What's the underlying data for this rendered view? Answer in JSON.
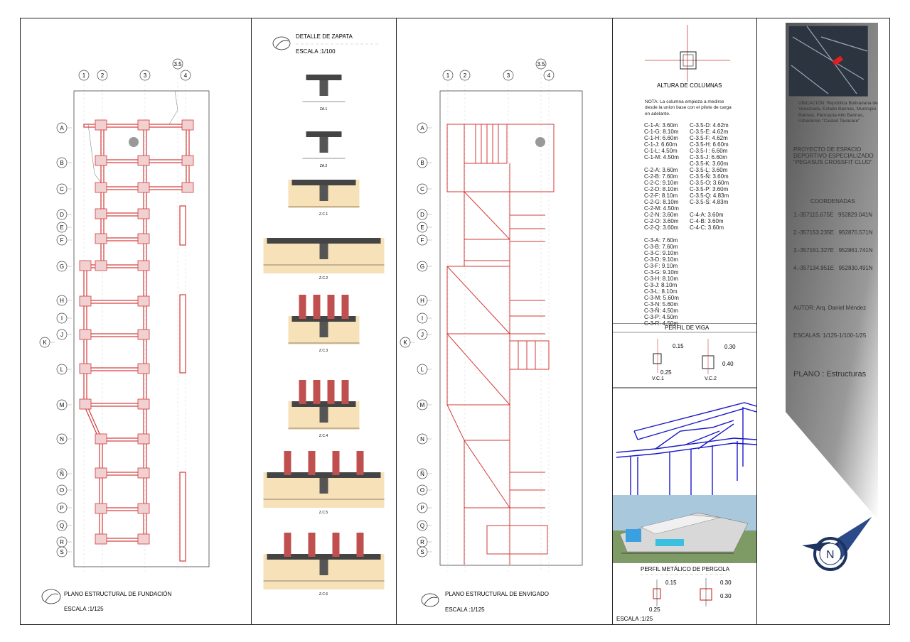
{
  "colors": {
    "structure": "#d33a3a",
    "fill": "#f5d9a8",
    "frame": "#222222",
    "wire": "#1818c8",
    "titleblock": "#555555"
  },
  "foundation": {
    "title": "PLANO ESTRUCTURAL DE FUNDACIÓN",
    "scale": "ESCALA :1/125",
    "axes_top": [
      "1",
      "2",
      "3",
      "3.5",
      "4"
    ],
    "axes_left": [
      "A",
      "B",
      "C",
      "D",
      "E",
      "F",
      "G",
      "H",
      "I",
      "J",
      "K",
      "L",
      "M",
      "N",
      "Ñ",
      "O",
      "P",
      "Q",
      "R",
      "S"
    ]
  },
  "zapata": {
    "title": "DETALLE DE ZAPATA",
    "scale": "ESCALA :1/100",
    "labels": [
      "ZA.1",
      "ZA.2",
      "Z.C.1",
      "Z.C.2",
      "Z.C.3",
      "Z.C.4",
      "Z.C.5",
      "Z.C.6"
    ]
  },
  "envigado": {
    "title": "PLANO ESTRUCTURAL DE ENVIGADO",
    "scale": "ESCALA :1/125"
  },
  "columns": {
    "title": "ALTURA DE COLUMNAS",
    "note": "NOTA: La columna empieza a medirse desde la union base con el pilote de carga en adelante.",
    "col1": [
      "C-1-A: 3.60m",
      "C-1-G: 8.10m",
      "C-1-H: 6.60m",
      "C-1-J: 6.60m",
      "C-1-L: 4.50m",
      "C-1-M: 4.50m",
      "",
      "C-2-A: 3.60m",
      "C-2-B: 7.60m",
      "C-2-C: 9.10m",
      "C-2-D: 8.10m",
      "C-2-F: 8.10m",
      "C-2-G: 8.10m",
      "C-2-M: 4.50m",
      "C-2-N: 3.60m",
      "C-2-O: 3.60m",
      "C-2-Q: 3.60m",
      "",
      "C-3-A: 7.60m",
      "C-3-B: 7.60m",
      "C-3-C: 9.10m",
      "C-3-D: 9.10m",
      "C-3-F: 9.10m",
      "C-3-G: 9.10m",
      "C-3-H: 8.10m",
      "C-3-J: 8.10m",
      "C-3-L: 8.10m",
      "C-3-M: 5.60m",
      "C-3-N: 5.60m",
      "C-3-Ñ: 4.50m",
      "C-3-P: 4.50m",
      "C-3-R: 4.50m"
    ],
    "col2": [
      "C-3.5-D: 4.62m",
      "C-3.5-E: 4.62m",
      "C-3.5-F: 4.62m",
      "C-3.5-H: 6.60m",
      "C-3.5-I : 6.60m",
      "C-3.5-J: 6.60m",
      "C-3.5-K: 3.60m",
      "C-3.5-L: 3.60m",
      "C-3.5-Ñ: 3.60m",
      "C-3.5-O: 3.60m",
      "C-3.5-P: 3.60m",
      "C-3.5-Q: 4.83m",
      "C-3.5-S: 4.83m",
      "",
      "C-4-A: 3.60m",
      "C-4-B: 3.60m",
      "C-4-C: 3.60m"
    ]
  },
  "viga": {
    "title": "PERFIL DE VIGA",
    "vc1": "V.C.1",
    "vc2": "V.C.2",
    "d1": "0.15",
    "d2": "0.25",
    "d3": "0.30",
    "d4": "0.40"
  },
  "pergola": {
    "title": "PERFIL METÁLICO DE PERGOLA",
    "scale": "ESCALA :1/25",
    "d1": "0.15",
    "d2": "0.25",
    "d3": "0.30",
    "d4": "0.30"
  },
  "titleblock": {
    "location": "UBICACIÓN: República Bolivariana de Venezuela, Estado Barinas, Municipio Barinas, Parroquia Alto Barinas, Urbanismo \"Ciudad Tavacare\"",
    "project": "PROYECTO DE ESPACIO DEPORTIVO ESPECIALIZADO \"PEGASUS CROSSFIT CLUD\"",
    "coords_title": "COORDENADAS",
    "coords": [
      "1.-357115.675E   952829.041N",
      "2.-357153.235E   952870.571N",
      "3.-357161.327E   952861.741N",
      "4.-357134.951E   952830.491N"
    ],
    "author": "AUTOR:  Arq. Daniel Méndez",
    "scales": "ESCALAS:  1/125-1/100-1/25",
    "plano": "PLANO :  Estructuras",
    "north": "N"
  }
}
